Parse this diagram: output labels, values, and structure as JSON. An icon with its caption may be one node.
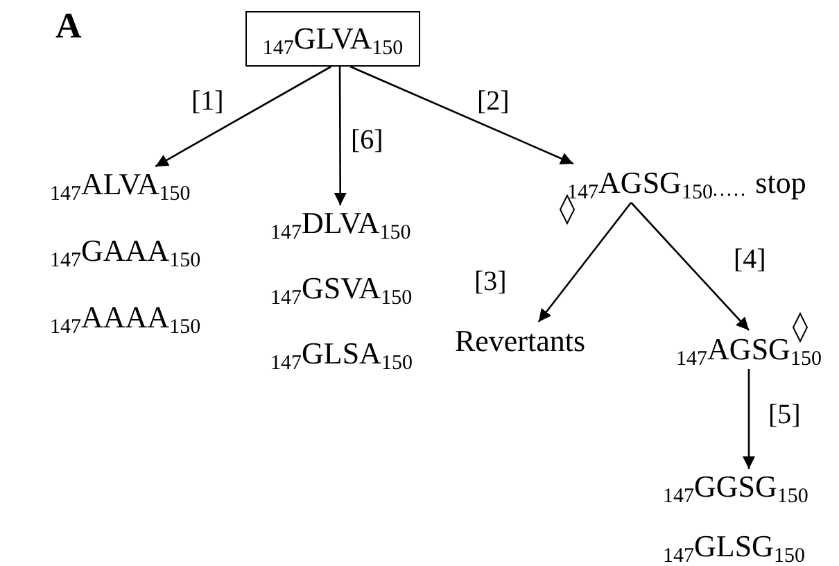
{
  "diagram": {
    "nodes": [
      {
        "text": [
          "$_{147}$GLVA$_{150}$"
        ]
      },
      {
        "text": [
          "$_{147}$ALVA$_{150}$",
          "$_{147}$GAAA$_{150}$",
          "$_{147}$AAAA$_{150}$"
        ]
      },
      {
        "text": [
          "$_{147}$DLVA$_{150}$",
          "$_{147}$GSVA$_{150}$",
          "$_{147}$GLSA$_{150}$"
        ]
      },
      {
        "text": [
          "$_{147}$AGSG$_{150}$"
        ]
      },
      {
        "text": [
          "stop"
        ]
      },
      {
        "text": [
          "Revertants"
        ]
      },
      {
        "text": [
          "$_{147}$AGSG$_{150}$"
        ]
      },
      {
        "text": [
          "$_{147}$GGSG$_{150}$",
          "$_{147}$GLSG$_{150}$"
        ]
      }
    ],
    "edges": [
      {
        "from": 0,
        "to": 1,
        "arrow": "to",
        "label": "[1]"
      },
      {
        "from": 0,
        "to": 2,
        "arrow": "to",
        "label": "[6]"
      },
      {
        "from": 0,
        "to": 3,
        "arrow": "to",
        "label": "[2]"
      },
      {
        "from": 3,
        "to": 4,
        "arrow": "none",
        "style": "dashed"
      },
      {
        "from": 3,
        "to": 5,
        "arrow": "to",
        "label": "[3]"
      },
      {
        "from": 3,
        "to": 6,
        "arrow": "to",
        "label": "[4]"
      },
      {
        "from": 6,
        "to": 7,
        "arrow": "to",
        "label": "[5]"
      }
    ],
    "labels": [
      "A"
    ]
  }
}
